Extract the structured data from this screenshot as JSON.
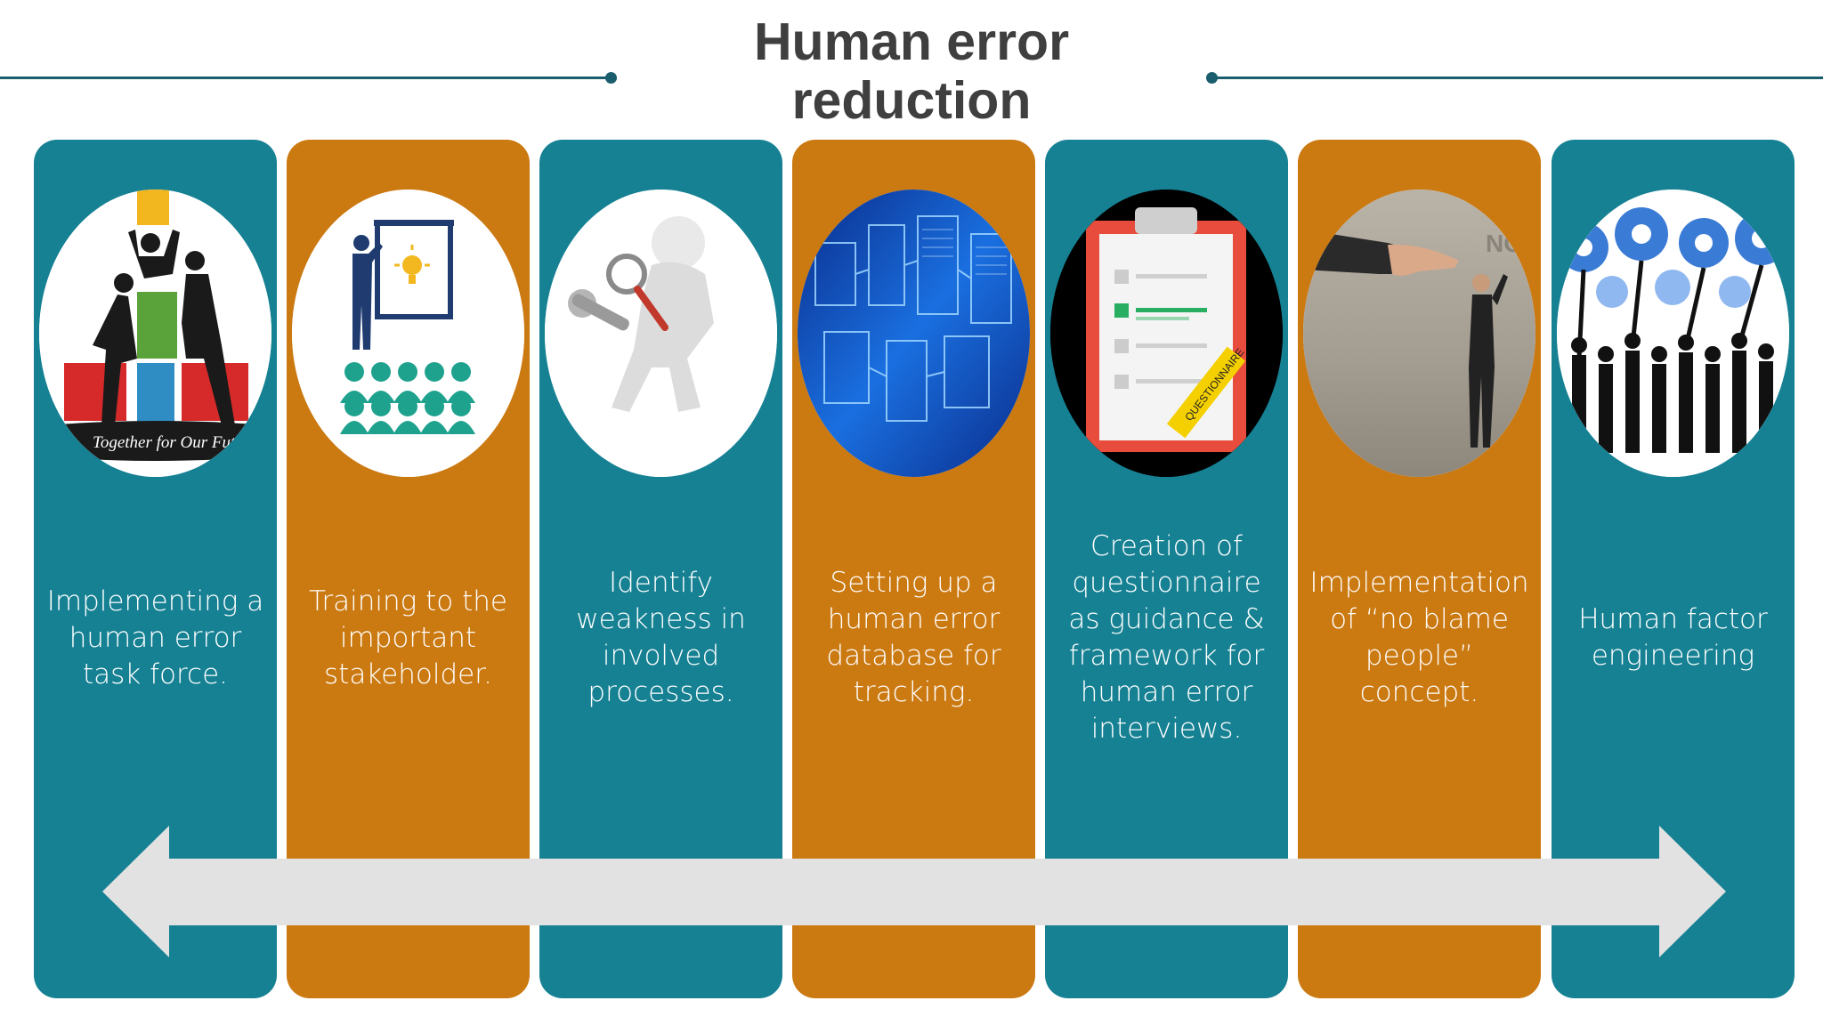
{
  "title": {
    "line1": "Human error",
    "line2": "reduction"
  },
  "panels": [
    {
      "caption": "Implementing a human error task force.",
      "color": "#168193",
      "image": "teamwork-blocks-illustration",
      "image_text": "Together for Our Future G"
    },
    {
      "caption": "Training to the important stakeholder.",
      "color": "#cb7911",
      "image": "presentation-training-icon"
    },
    {
      "caption": "Identify weakness in involved processes.",
      "color": "#168193",
      "image": "magnifying-glass-figure-illustration"
    },
    {
      "caption": "Setting up a human error database for tracking.",
      "color": "#cb7911",
      "image": "database-schema-illustration"
    },
    {
      "caption": "Creation of questionnaire as guidance & framework for human error interviews.",
      "color": "#168193",
      "image": "questionnaire-clipboard-icon",
      "image_text": "QUESTIONNAIRE"
    },
    {
      "caption": "Implementation of “no blame people” concept.",
      "color": "#cb7911",
      "image": "pointing-finger-blame-photo",
      "image_text": "NO"
    },
    {
      "caption": "Human factor engineering",
      "color": "#168193",
      "image": "people-holding-gears-illustration"
    }
  ],
  "colors": {
    "teal": "#168193",
    "orange": "#cb7911",
    "title_line": "#1a5e6e",
    "arrow": "#e2e2e2"
  }
}
